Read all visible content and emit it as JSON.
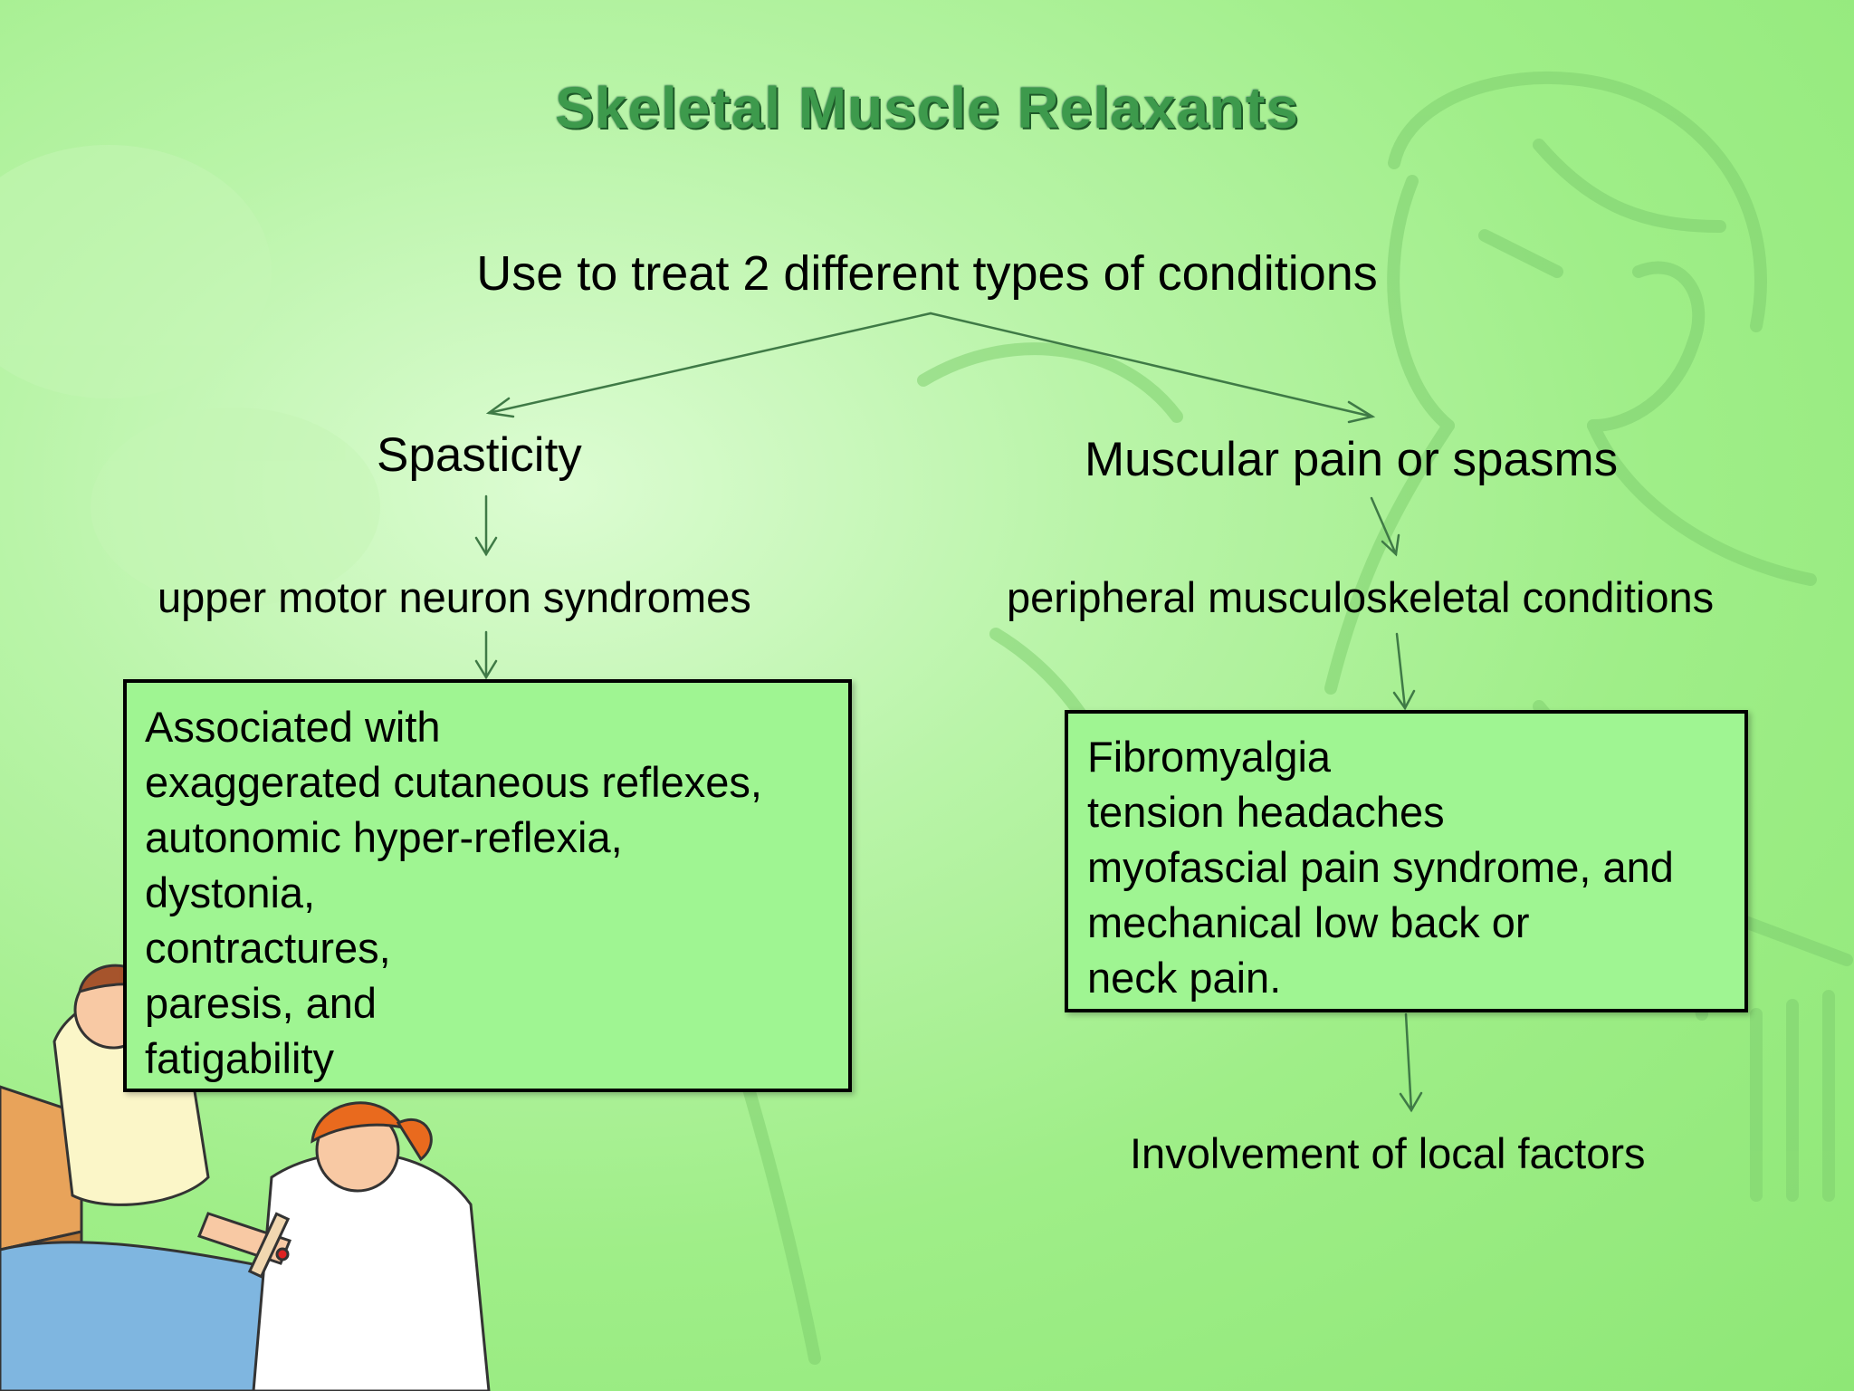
{
  "title": "Skeletal Muscle Relaxants",
  "root": "Use to treat 2 different types of conditions",
  "left_branch": {
    "condition": "Spasticity",
    "cause": "upper motor neuron syndromes",
    "details": [
      "Associated with",
      "exaggerated cutaneous reflexes,",
      "autonomic hyper-reflexia,",
      "dystonia,",
      "contractures,",
      "paresis, and",
      "fatigability"
    ]
  },
  "right_branch": {
    "condition": "Muscular pain or spasms",
    "cause": "peripheral musculoskeletal conditions",
    "details": [
      "Fibromyalgia",
      "tension headaches",
      "myofascial pain syndrome, and",
      "mechanical low back or",
      "neck pain."
    ],
    "outcome": "Involvement of local factors"
  },
  "colors": {
    "background": "#a6ef90",
    "box_fill": "#9ff592",
    "arrow": "#3f7a46",
    "title": "#3d9a4c"
  }
}
